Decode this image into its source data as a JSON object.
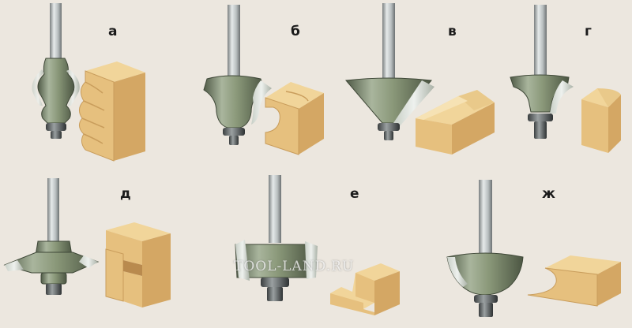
{
  "labels": [
    "а",
    "б",
    "в",
    "г",
    "д",
    "е",
    "ж"
  ],
  "watermark": "TOOL-LAND.RU",
  "colors": {
    "background": "#ece7df",
    "metal": "#7f8d72",
    "metal_light": "#b9c5ad",
    "metal_dark": "#4f5a46",
    "wood_top": "#f1d59a",
    "wood_front": "#e6c07e",
    "wood_side": "#d4a764"
  },
  "icons": [
    "router-bit-icon",
    "wood-profile-icon"
  ]
}
